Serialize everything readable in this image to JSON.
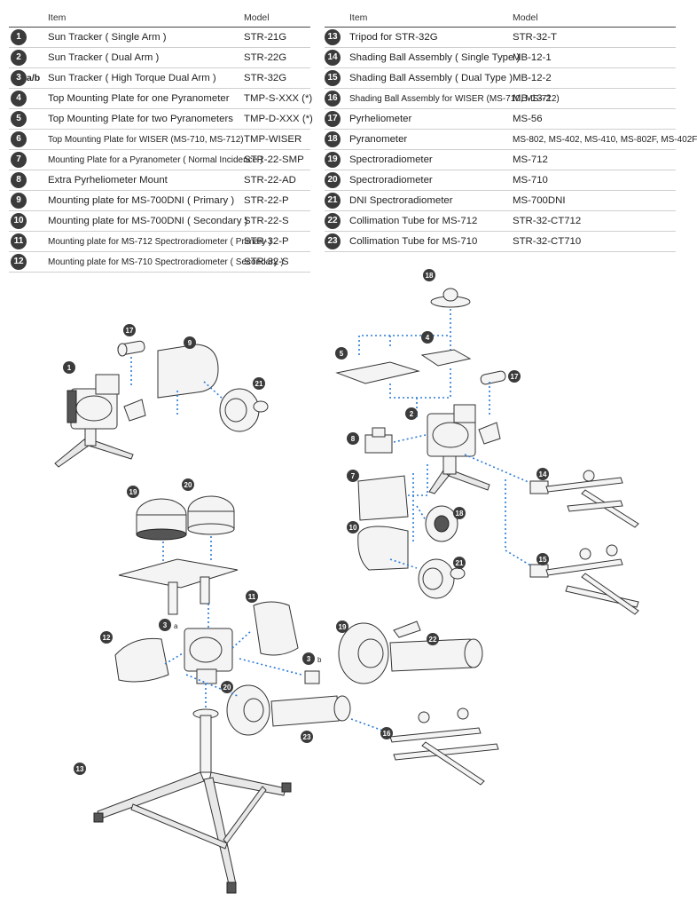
{
  "headers": {
    "item": "Item",
    "model": "Model"
  },
  "left_rows": [
    {
      "num": "1",
      "suffix": "",
      "item": "Sun Tracker ( Single Arm )",
      "model": "STR-21G"
    },
    {
      "num": "2",
      "suffix": "",
      "item": "Sun Tracker ( Dual Arm )",
      "model": "STR-22G"
    },
    {
      "num": "3",
      "suffix": "a/b",
      "item": "Sun Tracker ( High Torque Dual Arm )",
      "model": "STR-32G"
    },
    {
      "num": "4",
      "suffix": "",
      "item": "Top Mounting Plate for one Pyranometer",
      "model": "TMP-S-XXX (*)"
    },
    {
      "num": "5",
      "suffix": "",
      "item": "Top Mounting Plate for two Pyranometers",
      "model": "TMP-D-XXX (*)"
    },
    {
      "num": "6",
      "suffix": "",
      "item": "Top Mounting Plate for WISER (MS-710, MS-712)",
      "model": "TMP-WISER"
    },
    {
      "num": "7",
      "suffix": "",
      "item": "Mounting Plate for a Pyranometer ( Normal Incidence )",
      "model": "STR-22-SMP"
    },
    {
      "num": "8",
      "suffix": "",
      "item": "Extra Pyrheliometer Mount",
      "model": "STR-22-AD"
    },
    {
      "num": "9",
      "suffix": "",
      "item": "Mounting plate for MS-700DNI ( Primary )",
      "model": "STR-22-P"
    },
    {
      "num": "10",
      "suffix": "",
      "item": "Mounting plate for MS-700DNI ( Secondary )",
      "model": "STR-22-S"
    },
    {
      "num": "11",
      "suffix": "",
      "item": "Mounting plate for MS-712 Spectroradiometer ( Primary )",
      "model": "STR-32-P"
    },
    {
      "num": "12",
      "suffix": "",
      "item": "Mounting plate for MS-710 Spectroradiometer ( Secondary )",
      "model": "STR-32-S"
    }
  ],
  "right_rows": [
    {
      "num": "13",
      "item": "Tripod for STR-32G",
      "model": "STR-32-T"
    },
    {
      "num": "14",
      "item": "Shading Ball Assembly ( Single Type )",
      "model": "MB-12-1"
    },
    {
      "num": "15",
      "item": "Shading Ball Assembly ( Dual Type )",
      "model": "MB-12-2"
    },
    {
      "num": "16",
      "item": "Shading Ball Assembly for WISER (MS-710, MS-712)",
      "model": "MB-13-2"
    },
    {
      "num": "17",
      "item": "Pyrheliometer",
      "model": "MS-56"
    },
    {
      "num": "18",
      "item": "Pyranometer",
      "model": "MS-802, MS-402, MS-410, MS-802F, MS-402F"
    },
    {
      "num": "19",
      "item": "Spectroradiometer",
      "model": "MS-712"
    },
    {
      "num": "20",
      "item": "Spectroradiometer",
      "model": "MS-710"
    },
    {
      "num": "21",
      "item": "DNI Spectroradiometer",
      "model": "MS-700DNI"
    },
    {
      "num": "22",
      "item": "Collimation Tube for MS-712",
      "model": "STR-32-CT712"
    },
    {
      "num": "23",
      "item": "Collimation Tube for MS-710",
      "model": "STR-32-CT710"
    }
  ],
  "callouts": {
    "c1": "1",
    "c2": "2",
    "c3a": "3",
    "c3a_sfx": "a",
    "c3b": "3",
    "c3b_sfx": "b",
    "c4": "4",
    "c5": "5",
    "c7": "7",
    "c8": "8",
    "c9": "9",
    "c10": "10",
    "c11": "11",
    "c12": "12",
    "c13": "13",
    "c14": "14",
    "c15": "15",
    "c16": "16",
    "c17a": "17",
    "c17b": "17",
    "c18a": "18",
    "c18b": "18",
    "c19a": "19",
    "c19b": "19",
    "c20a": "20",
    "c20b": "20",
    "c21a": "21",
    "c21b": "21",
    "c22": "22",
    "c23": "23"
  },
  "colors": {
    "leader_lines": "#2b7bd6",
    "callout_fill": "#3b3b3b"
  }
}
